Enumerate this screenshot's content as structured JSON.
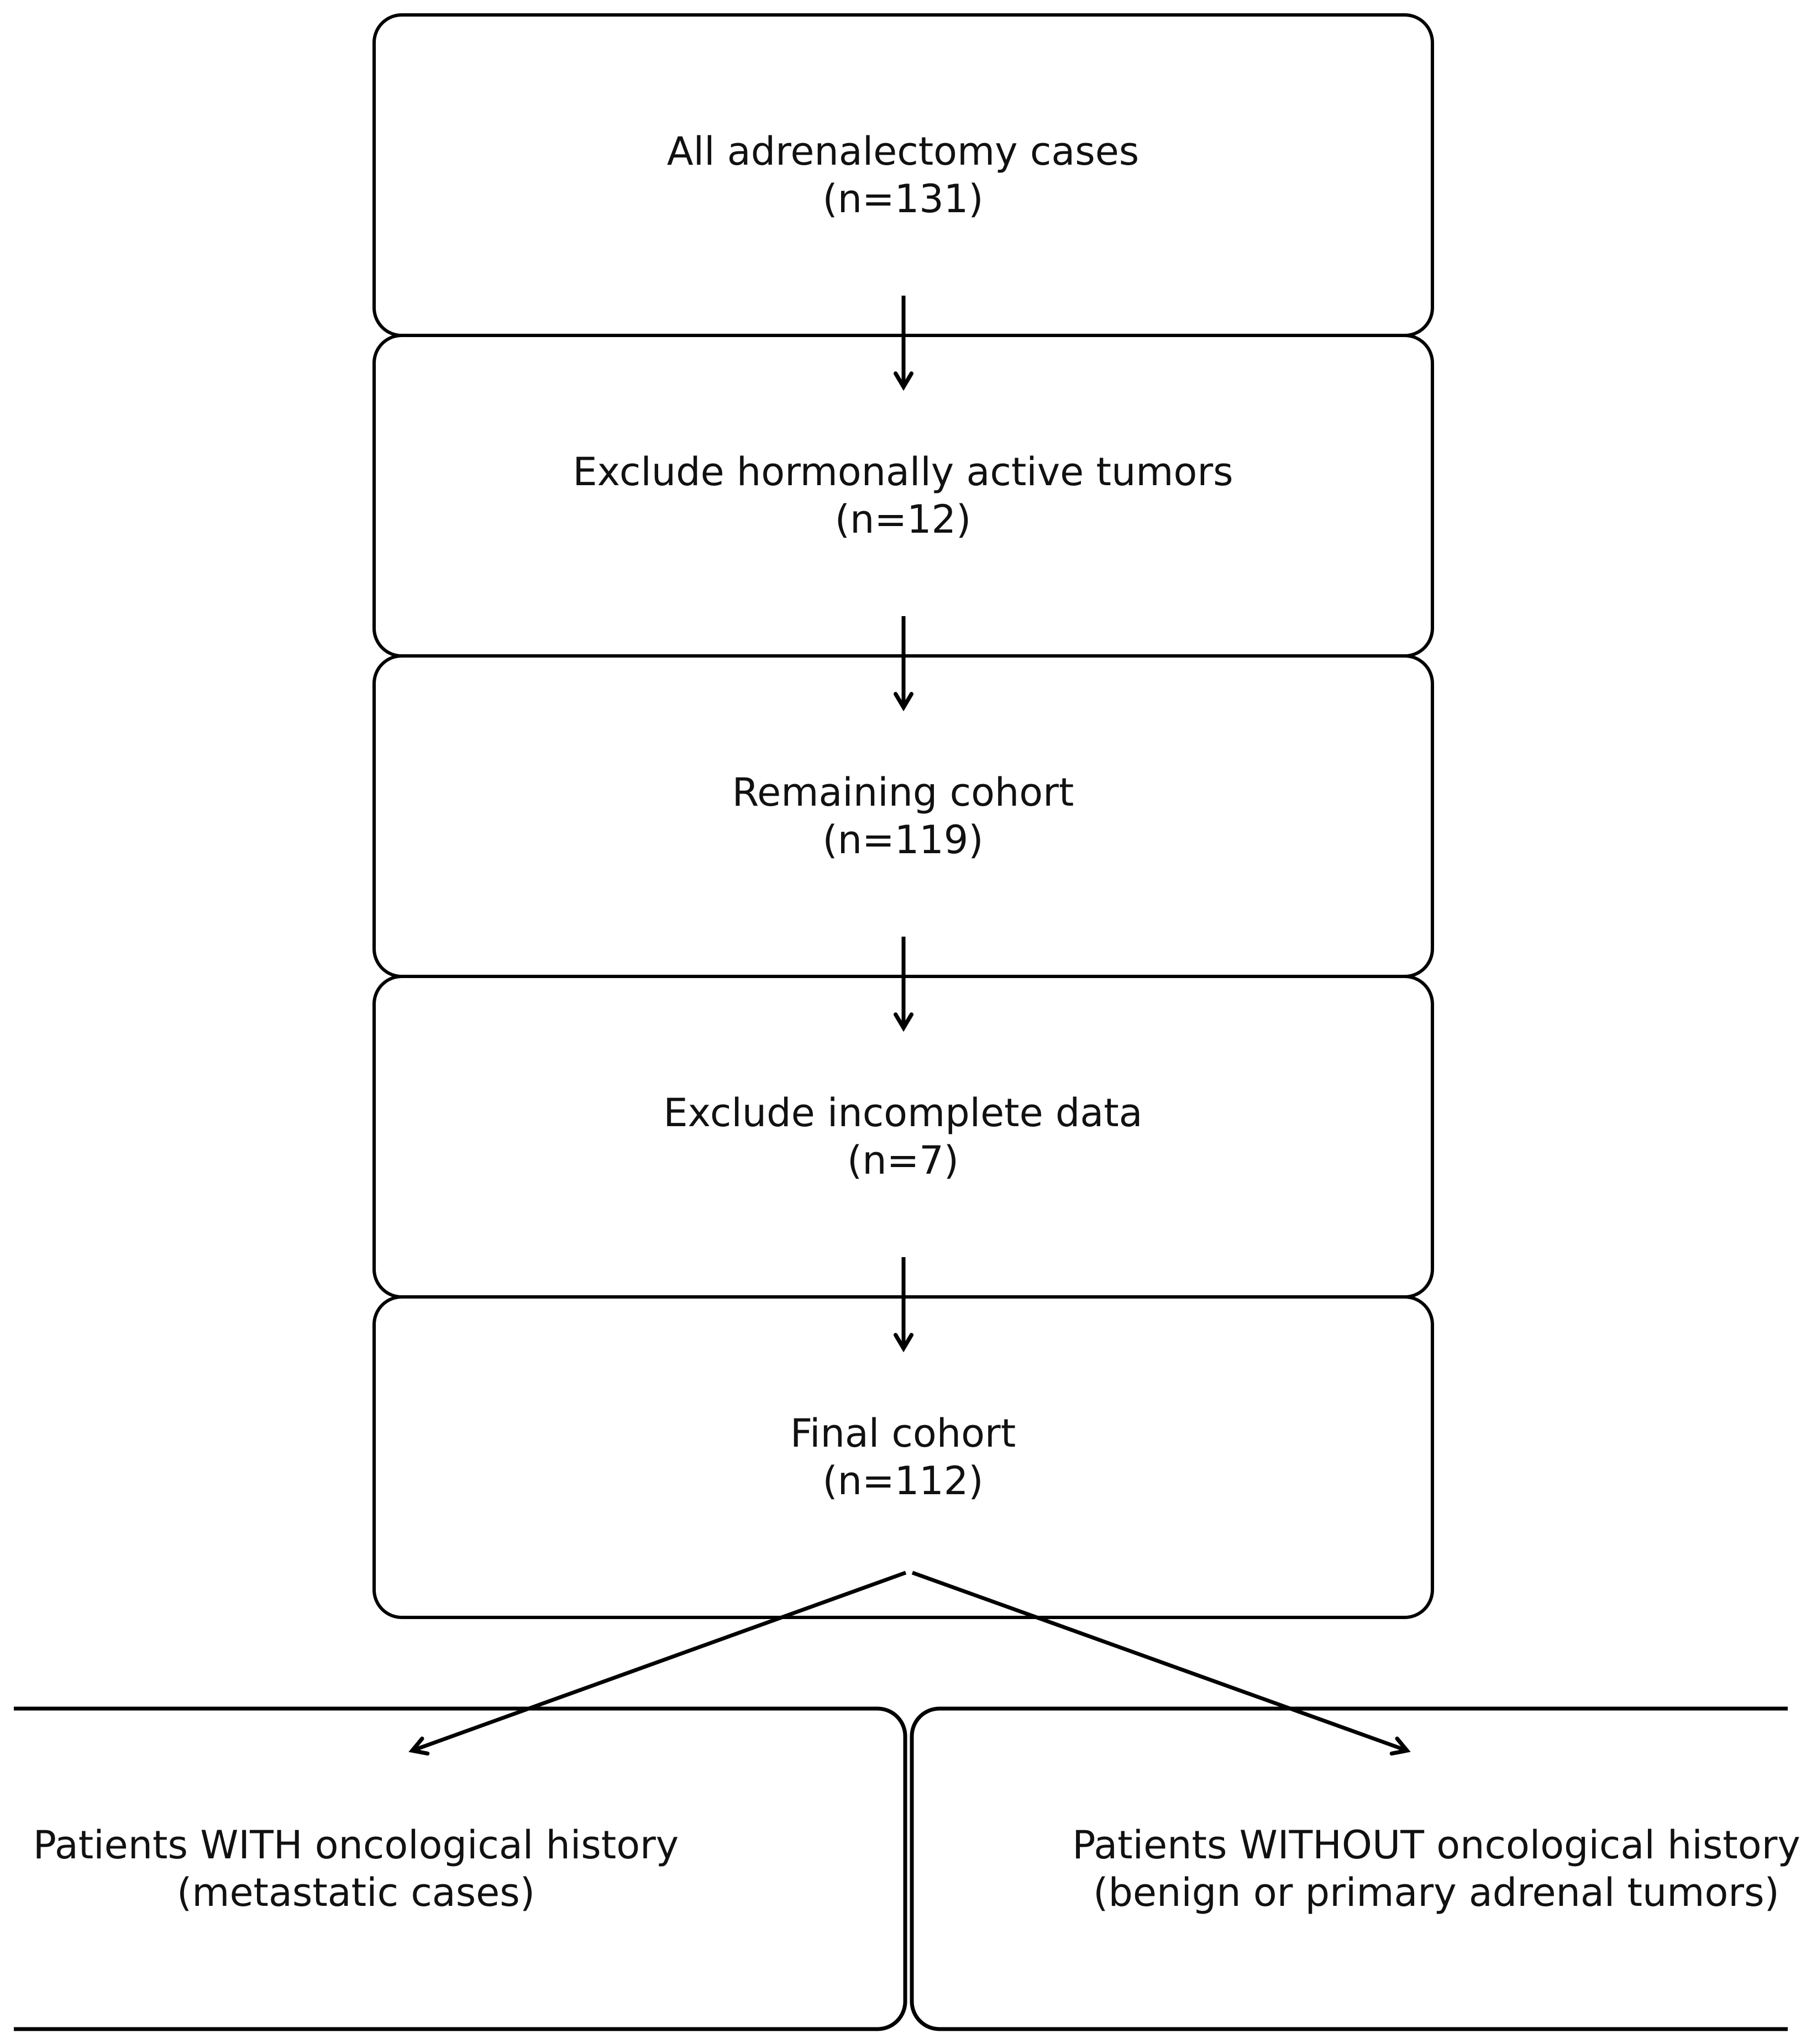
{
  "flowchart": {
    "nodes": [
      {
        "line1": "All adrenalectomy cases",
        "line2": "(n=131)"
      },
      {
        "line1": "Exclude hormonally active tumors",
        "line2": "(n=12)"
      },
      {
        "line1": "Remaining cohort",
        "line2": "(n=119)"
      },
      {
        "line1": "Exclude incomplete data",
        "line2": "(n=7)"
      },
      {
        "line1": "Final cohort",
        "line2": "(n=112)"
      }
    ],
    "branches": [
      {
        "line1": "Patients WITH oncological history",
        "line2": "(metastatic cases)"
      },
      {
        "line1": "Patients WITHOUT oncological history",
        "line2": "(benign or primary adrenal tumors)"
      }
    ],
    "colors": {
      "stroke": "#000000",
      "text": "#111111",
      "background": "#ffffff"
    }
  }
}
